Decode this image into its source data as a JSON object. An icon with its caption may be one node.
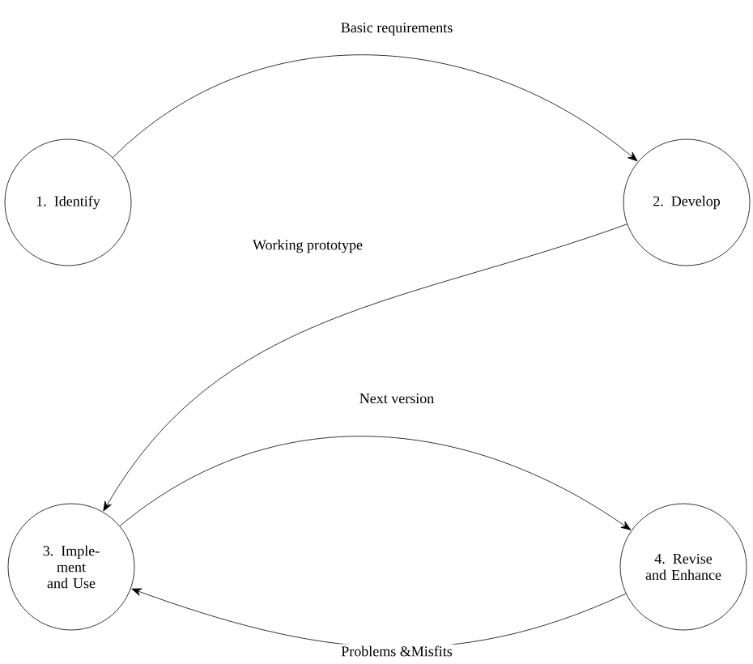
{
  "diagram": {
    "nodes": [
      {
        "text": [
          "1. Identify"
        ]
      },
      {
        "text": [
          "2. Develop"
        ]
      },
      {
        "text": [
          "3. Imple- ment and Use"
        ]
      },
      {
        "text": [
          "4. Revise and Enhance"
        ]
      }
    ],
    "edges": [
      {
        "from": 0,
        "to": 1,
        "arrow": "to",
        "label": "Basic requirements"
      },
      {
        "from": 1,
        "to": 2,
        "arrow": "to",
        "label": "Working prototype"
      },
      {
        "from": 2,
        "to": 3,
        "arrow": "to",
        "label": "Next version"
      },
      {
        "from": 3,
        "to": 2,
        "arrow": "to",
        "label": "Problems &Misfits"
      }
    ]
  }
}
